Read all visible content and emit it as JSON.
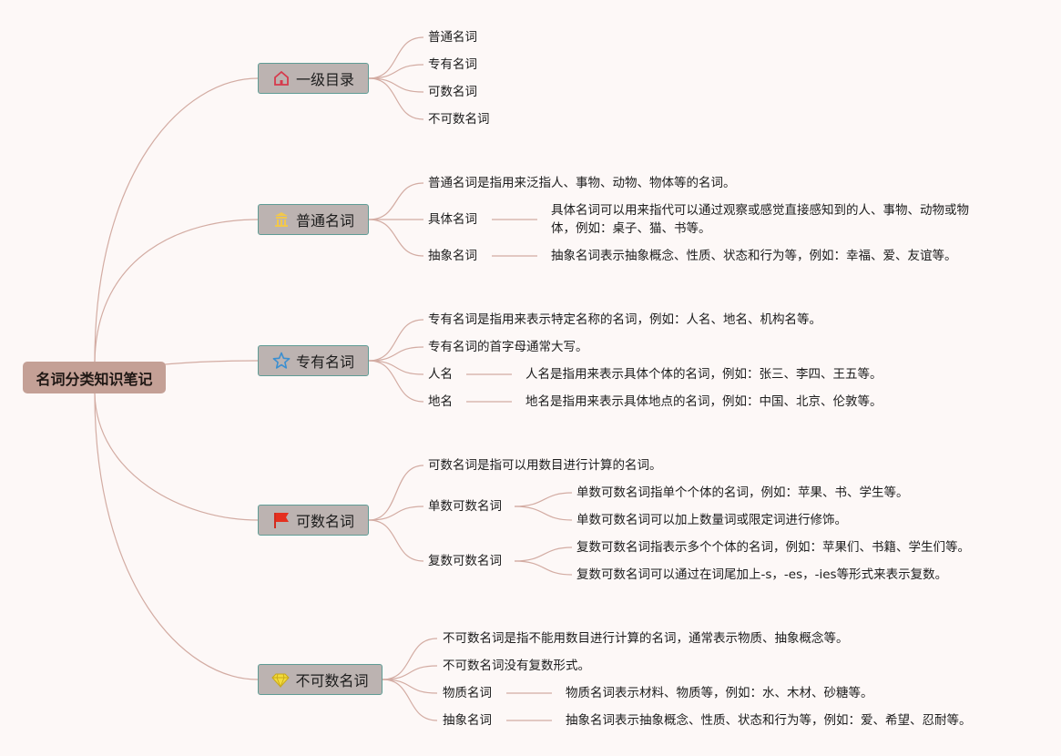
{
  "root": {
    "label": "名词分类知识笔记"
  },
  "branches": [
    {
      "label": "一级目录",
      "icon": "home-icon",
      "items": [
        "普通名词",
        "专有名词",
        "可数名词",
        "不可数名词"
      ]
    },
    {
      "label": "普通名词",
      "icon": "building-icon",
      "items": [
        "普通名词是指用来泛指人、事物、动物、物体等的名词。",
        "具体名词",
        "抽象名词"
      ],
      "details": [
        "具体名词可以用来指代可以通过观察或感觉直接感知到的人、事物、动物或物体，例如：桌子、猫、书等。",
        "抽象名词表示抽象概念、性质、状态和行为等，例如：幸福、爱、友谊等。"
      ]
    },
    {
      "label": "专有名词",
      "icon": "star-icon",
      "items": [
        "专有名词是指用来表示特定名称的名词，例如：人名、地名、机构名等。",
        "专有名词的首字母通常大写。",
        "人名",
        "地名"
      ],
      "details": [
        "人名是指用来表示具体个体的名词，例如：张三、李四、王五等。",
        "地名是指用来表示具体地点的名词，例如：中国、北京、伦敦等。"
      ]
    },
    {
      "label": "可数名词",
      "icon": "flag-icon",
      "items": [
        "可数名词是指可以用数目进行计算的名词。",
        "单数可数名词",
        "复数可数名词"
      ],
      "details": [
        "单数可数名词指单个个体的名词，例如：苹果、书、学生等。",
        "单数可数名词可以加上数量词或限定词进行修饰。",
        "复数可数名词指表示多个个体的名词，例如：苹果们、书籍、学生们等。",
        "复数可数名词可以通过在词尾加上-s，-es，-ies等形式来表示复数。"
      ]
    },
    {
      "label": "不可数名词",
      "icon": "diamond-icon",
      "items": [
        "不可数名词是指不能用数目进行计算的名词，通常表示物质、抽象概念等。",
        "不可数名词没有复数形式。",
        "物质名词",
        "抽象名词"
      ],
      "details": [
        "物质名词表示材料、物质等，例如：水、木材、砂糖等。",
        "抽象名词表示抽象概念、性质、状态和行为等，例如：爱、希望、忍耐等。"
      ]
    }
  ],
  "colors": {
    "connector": "#d3aca3",
    "root_fill": "#c4a096",
    "branch_fill": "#bcb3b1",
    "branch_border": "#5f9c95"
  }
}
